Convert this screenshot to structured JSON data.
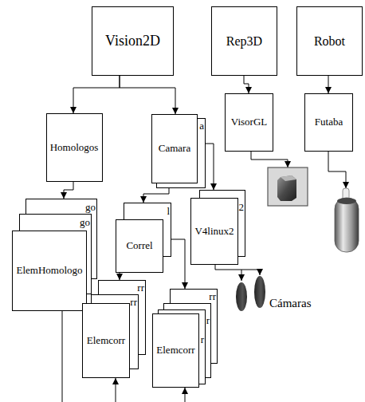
{
  "diagram": {
    "nodes": [
      {
        "text": [
          "Vision2D"
        ]
      },
      {
        "text": [
          "Rep3D"
        ]
      },
      {
        "text": [
          "Robot"
        ]
      },
      {
        "text": [
          "Homologos"
        ]
      },
      {
        "text": [
          "a"
        ]
      },
      {
        "text": [
          "Camara"
        ]
      },
      {
        "text": [
          "VisorGL"
        ]
      },
      {
        "text": [
          "Futaba"
        ]
      },
      {
        "text": [
          "go"
        ]
      },
      {
        "text": [
          "go"
        ]
      },
      {
        "text": [
          "ElemHomologo"
        ]
      },
      {
        "text": [
          "l"
        ]
      },
      {
        "text": [
          "Correl"
        ]
      },
      {
        "text": [
          "2"
        ]
      },
      {
        "text": [
          "V4linux2"
        ]
      },
      {
        "text": [
          "rr"
        ]
      },
      {
        "text": [
          "rr"
        ]
      },
      {
        "text": [
          "Elemcorr"
        ]
      },
      {
        "text": [
          "rr"
        ]
      },
      {
        "text": [
          "r"
        ]
      },
      {
        "text": [
          "r"
        ]
      },
      {
        "text": [
          "Elemcorr"
        ]
      }
    ],
    "edges": [
      {
        "from": 0,
        "to": 3,
        "arrow": "to"
      },
      {
        "from": 0,
        "to": 5,
        "arrow": "to"
      },
      {
        "from": 1,
        "to": 6,
        "arrow": "to"
      },
      {
        "from": 2,
        "to": 7,
        "arrow": "to"
      },
      {
        "from": 3,
        "to": 8,
        "arrow": "to"
      },
      {
        "from": 5,
        "to": 11,
        "arrow": "to"
      },
      {
        "from": 5,
        "to": 13,
        "arrow": "to"
      },
      {
        "from": 12,
        "to": 15,
        "arrow": "to"
      },
      {
        "from": 12,
        "to": 18,
        "arrow": "to"
      }
    ],
    "labels": [
      "Cámaras"
    ]
  }
}
